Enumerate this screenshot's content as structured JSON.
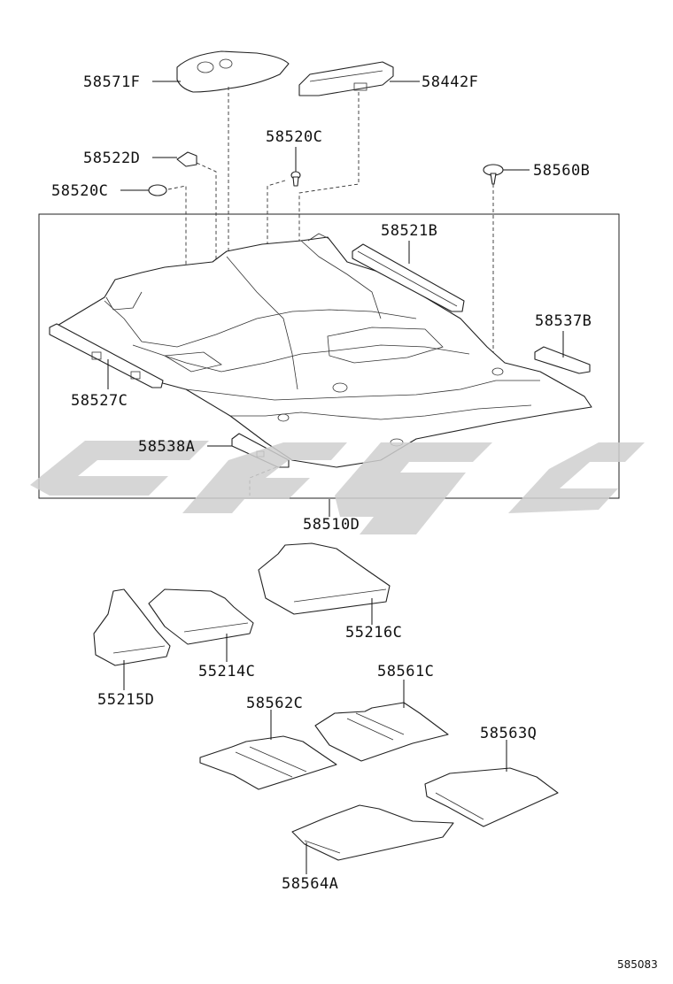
{
  "labels": {
    "p58571F": "58571F",
    "p58442F": "58442F",
    "p58522D": "58522D",
    "p58520C_top": "58520C",
    "p58520C_left": "58520C",
    "p58560B": "58560B",
    "p58521B": "58521B",
    "p58537B": "58537B",
    "p58527C": "58527C",
    "p58538A": "58538A",
    "p58510D": "58510D",
    "p55216C": "55216C",
    "p55214C": "55214C",
    "p55215D": "55215D",
    "p58561C": "58561C",
    "p58562C": "58562C",
    "p58563Q": "58563Q",
    "p58564A": "58564A"
  },
  "reference_code": "585083",
  "colors": {
    "line": "#222222",
    "watermark": "#cfcfcf",
    "background": "#ffffff"
  }
}
